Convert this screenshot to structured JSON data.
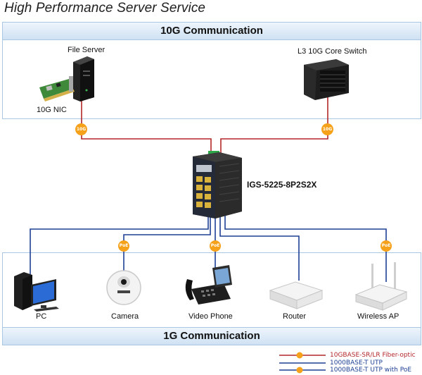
{
  "title": "High Performance Server Service",
  "top_section": {
    "banner": "10G Communication"
  },
  "bottom_section": {
    "banner": "1G Communication"
  },
  "devices": {
    "file_server": "File Server",
    "nic": "10G NIC",
    "core_switch": "L3 10G Core Switch",
    "switch_model": "IGS-5225-8P2S2X",
    "pc": "PC",
    "camera": "Camera",
    "video_phone": "Video Phone",
    "router": "Router",
    "wireless_ap": "Wireless AP"
  },
  "badges": {
    "ten_g": "10G",
    "poe": "PoE"
  },
  "legend": [
    {
      "label": "10GBASE-SR/LR Fiber-optic",
      "color": "#b3262a"
    },
    {
      "label": "1000BASE-T UTP",
      "color": "#1d3f94"
    },
    {
      "label": "1000BASE-T UTP with PoE",
      "color": "#1d3f94"
    }
  ],
  "colors": {
    "fiber": "#b3262a",
    "utp": "#1d3f94",
    "badge": "#f6a11a",
    "panel_border": "#a9c6e2"
  }
}
